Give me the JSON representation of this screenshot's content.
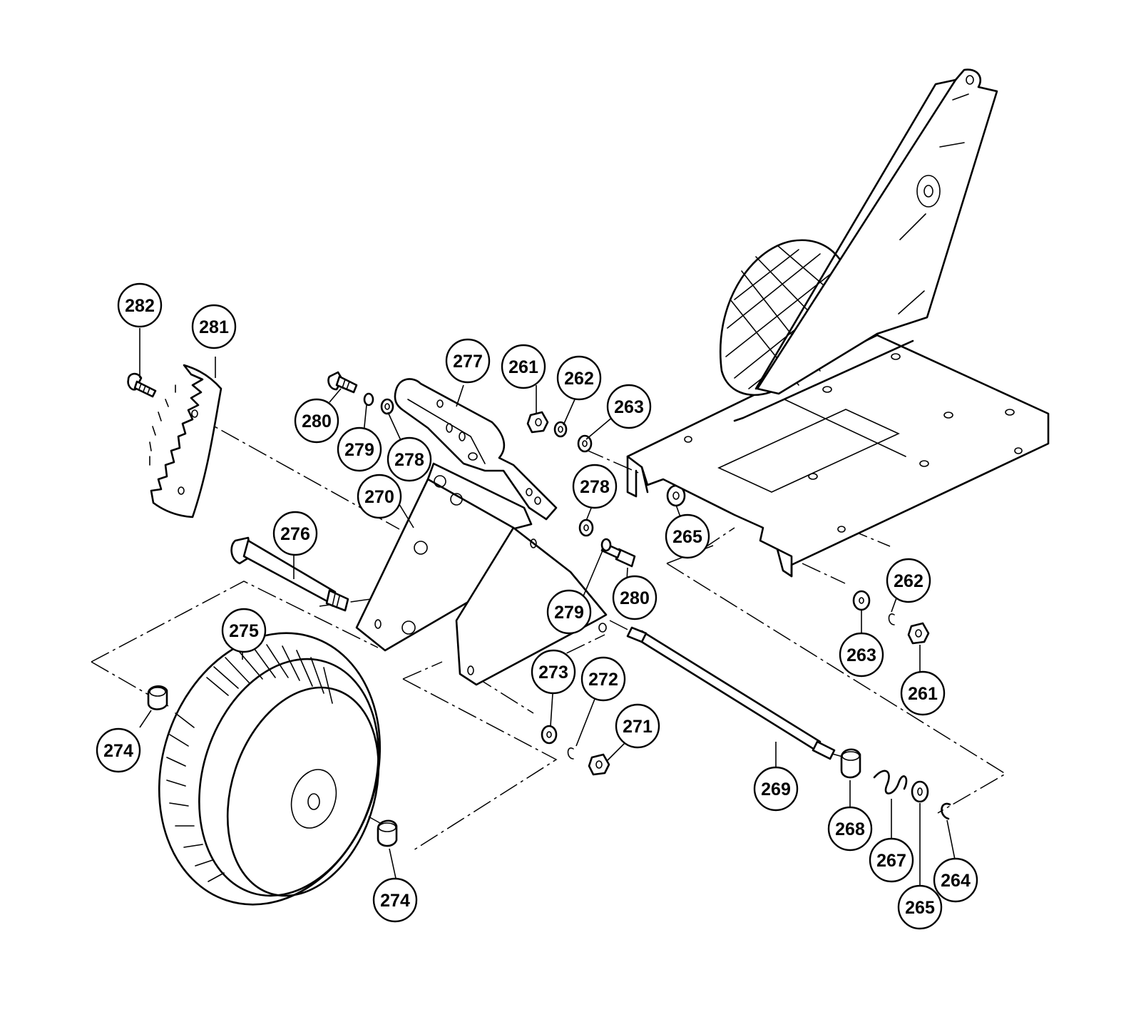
{
  "callouts": [
    {
      "id": "c282",
      "label": "282"
    },
    {
      "id": "c281",
      "label": "281"
    },
    {
      "id": "c280a",
      "label": "280"
    },
    {
      "id": "c279a",
      "label": "279"
    },
    {
      "id": "c278a",
      "label": "278"
    },
    {
      "id": "c277",
      "label": "277"
    },
    {
      "id": "c261a",
      "label": "261"
    },
    {
      "id": "c262a",
      "label": "262"
    },
    {
      "id": "c263a",
      "label": "263"
    },
    {
      "id": "c270",
      "label": "270"
    },
    {
      "id": "c278b",
      "label": "278"
    },
    {
      "id": "c265a",
      "label": "265"
    },
    {
      "id": "c276",
      "label": "276"
    },
    {
      "id": "c279b",
      "label": "279"
    },
    {
      "id": "c280b",
      "label": "280"
    },
    {
      "id": "c262b",
      "label": "262"
    },
    {
      "id": "c263b",
      "label": "263"
    },
    {
      "id": "c261b",
      "label": "261"
    },
    {
      "id": "c275",
      "label": "275"
    },
    {
      "id": "c273",
      "label": "273"
    },
    {
      "id": "c272",
      "label": "272"
    },
    {
      "id": "c271",
      "label": "271"
    },
    {
      "id": "c274a",
      "label": "274"
    },
    {
      "id": "c269",
      "label": "269"
    },
    {
      "id": "c268",
      "label": "268"
    },
    {
      "id": "c267",
      "label": "267"
    },
    {
      "id": "c265b",
      "label": "265"
    },
    {
      "id": "c264",
      "label": "264"
    },
    {
      "id": "c274b",
      "label": "274"
    }
  ]
}
